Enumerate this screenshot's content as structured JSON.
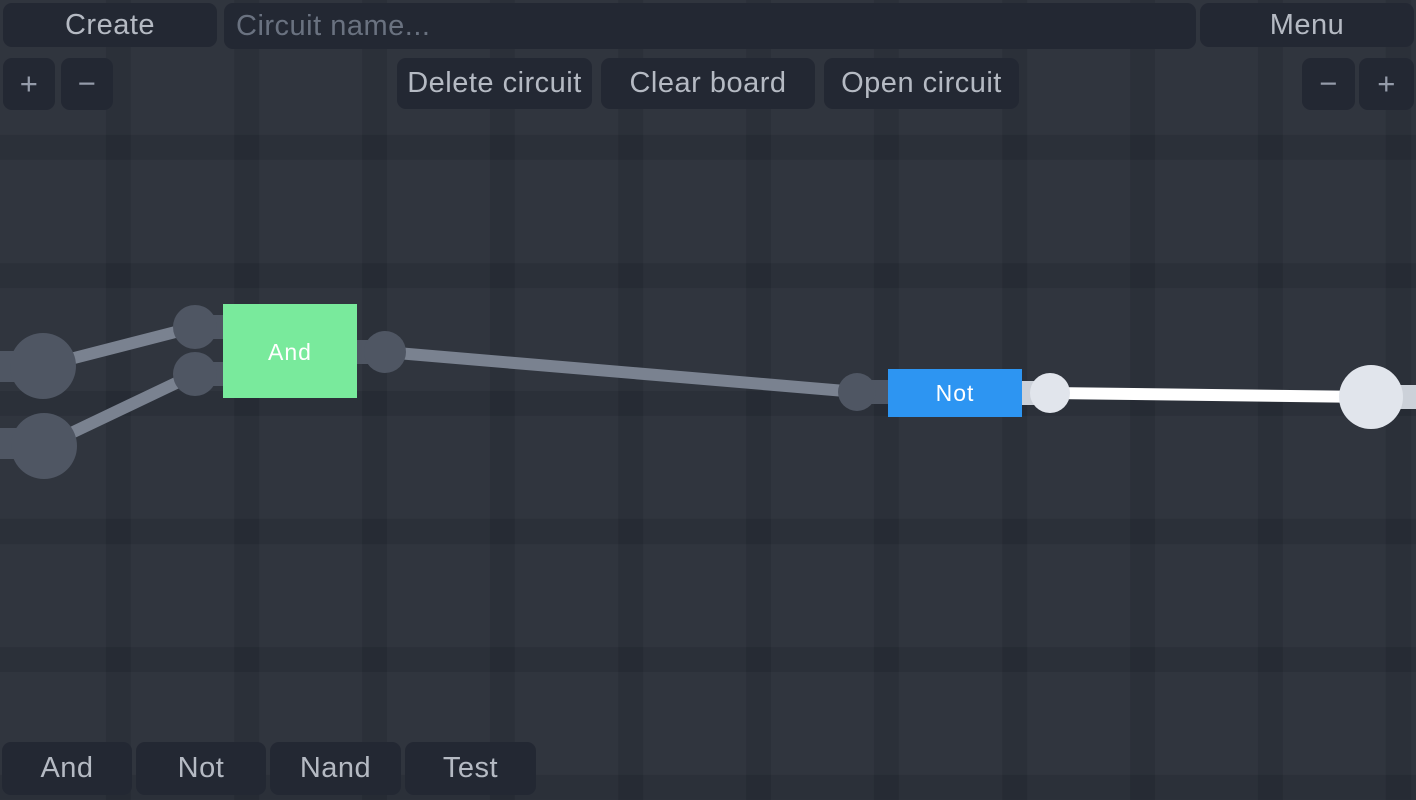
{
  "header": {
    "create": "Create",
    "circuit_name_placeholder": "Circuit name...",
    "menu": "Menu",
    "zoom_in": "+",
    "zoom_out": "−",
    "delete_circuit": "Delete circuit",
    "clear_board": "Clear board",
    "open_circuit": "Open circuit"
  },
  "palette": {
    "items": [
      {
        "label": "And"
      },
      {
        "label": "Not"
      },
      {
        "label": "Nand"
      },
      {
        "label": "Test"
      }
    ]
  },
  "circuit": {
    "gates": [
      {
        "label": "And",
        "color": "#79ea9c",
        "output_state": "off"
      },
      {
        "label": "Not",
        "color": "#2d95f2",
        "output_state": "on"
      }
    ],
    "colors": {
      "wire_off": "#7a8290",
      "wire_on": "#ffffff",
      "node_off": "#4f5663",
      "node_on": "#e1e5ec",
      "stub_on": "#ccd1d9"
    }
  }
}
